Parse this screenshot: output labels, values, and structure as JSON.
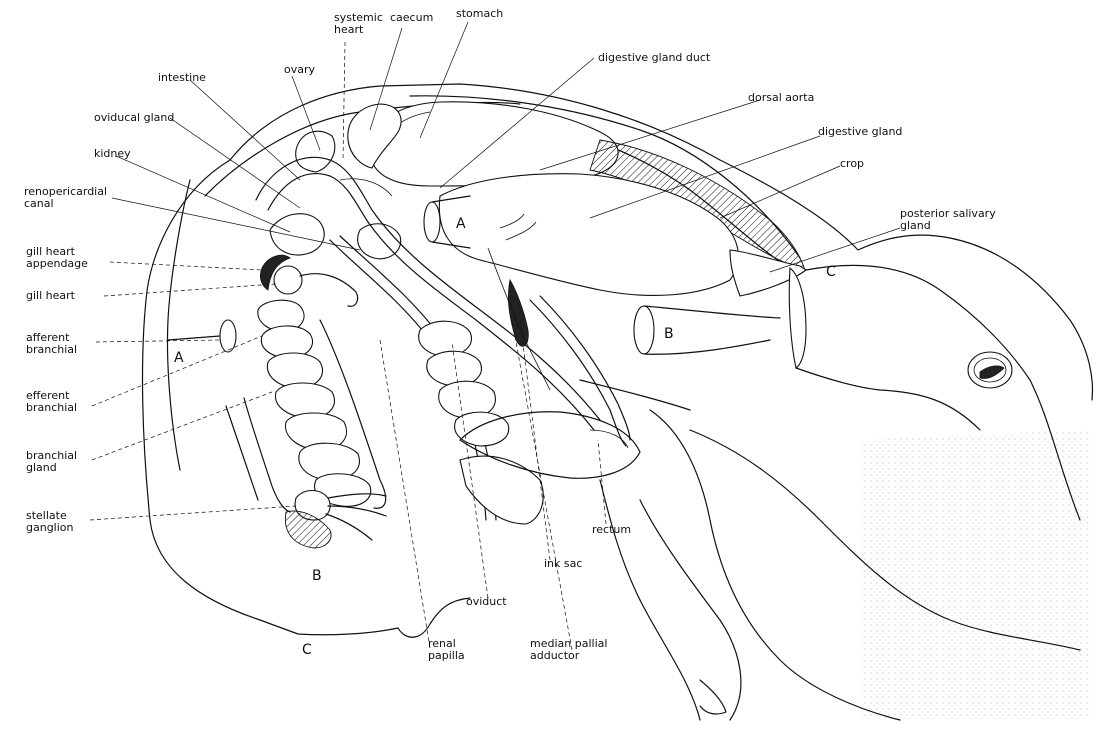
{
  "labels": {
    "systemic_heart": "systemic\nheart",
    "caecum": "caecum",
    "stomach": "stomach",
    "digestive_gland_duct": "digestive gland duct",
    "intestine": "intestine",
    "ovary": "ovary",
    "dorsal_aorta": "dorsal aorta",
    "oviducal_gland": "oviducal gland",
    "digestive_gland": "digestive gland",
    "kidney": "kidney",
    "crop": "crop",
    "renopericardial_canal": "renopericardial\ncanal",
    "posterior_salivary_gland": "posterior salivary\ngland",
    "gill_heart_appendage": "gill heart\nappendage",
    "gill_heart": "gill heart",
    "afferent_branchial": "afferent\nbranchial",
    "efferent_branchial": "efferent\nbranchial",
    "branchial_gland": "branchial\ngland",
    "stellate_ganglion": "stellate\nganglion",
    "rectum": "rectum",
    "ink_sac": "ink sac",
    "oviduct": "oviduct",
    "renal_papilla": "renal\npapilla",
    "median_pallial_adductor": "median pallial\nadductor"
  },
  "cut_letters": {
    "a_left": "A",
    "a_mid": "A",
    "b_left": "B",
    "b_mid": "B",
    "c_left": "C",
    "c_right": "C"
  }
}
